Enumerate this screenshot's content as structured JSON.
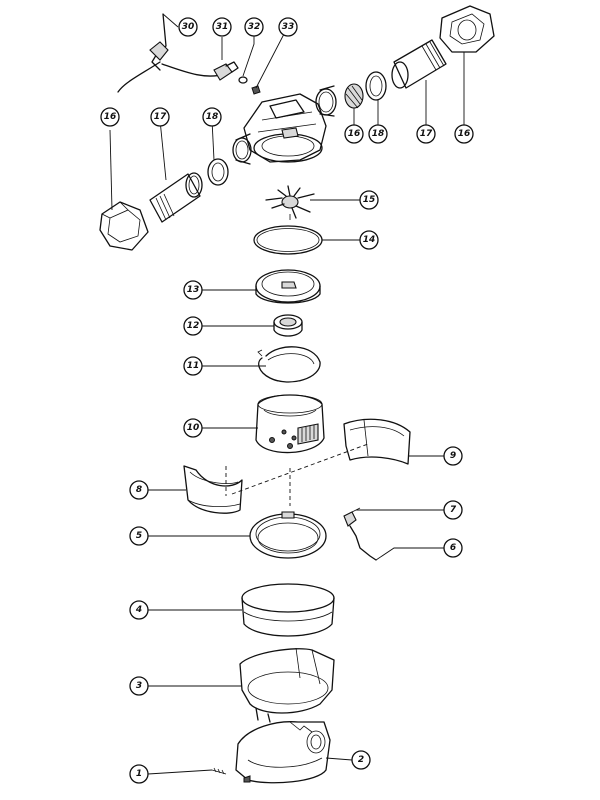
{
  "callouts": [
    {
      "id": "c30",
      "label": "30"
    },
    {
      "id": "c31",
      "label": "31"
    },
    {
      "id": "c32",
      "label": "32"
    },
    {
      "id": "c33",
      "label": "33"
    },
    {
      "id": "c16l",
      "label": "16"
    },
    {
      "id": "c17l",
      "label": "17"
    },
    {
      "id": "c18l",
      "label": "18"
    },
    {
      "id": "c16m",
      "label": "16"
    },
    {
      "id": "c18r",
      "label": "18"
    },
    {
      "id": "c17r",
      "label": "17"
    },
    {
      "id": "c16r",
      "label": "16"
    },
    {
      "id": "c15",
      "label": "15"
    },
    {
      "id": "c14",
      "label": "14"
    },
    {
      "id": "c13",
      "label": "13"
    },
    {
      "id": "c12",
      "label": "12"
    },
    {
      "id": "c11",
      "label": "11"
    },
    {
      "id": "c10",
      "label": "10"
    },
    {
      "id": "c9",
      "label": "9"
    },
    {
      "id": "c8",
      "label": "8"
    },
    {
      "id": "c7",
      "label": "7"
    },
    {
      "id": "c6",
      "label": "6"
    },
    {
      "id": "c5",
      "label": "5"
    },
    {
      "id": "c4",
      "label": "4"
    },
    {
      "id": "c3",
      "label": "3"
    },
    {
      "id": "c2",
      "label": "2"
    },
    {
      "id": "c1",
      "label": "1"
    }
  ]
}
